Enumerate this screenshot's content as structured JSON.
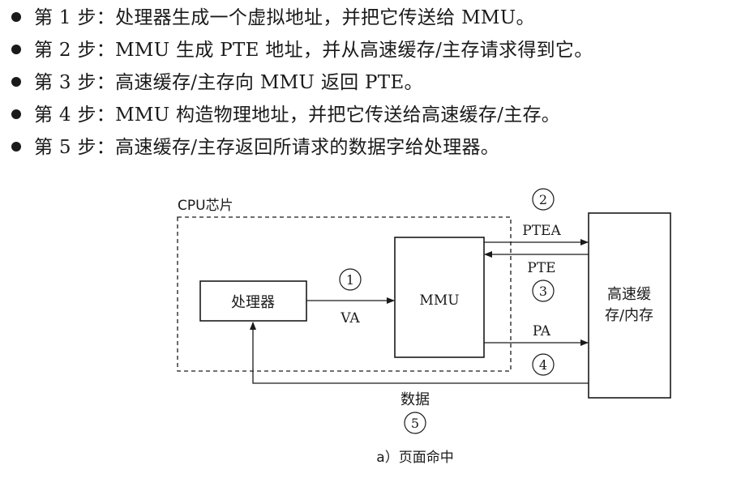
{
  "steps": [
    {
      "label": "第 1 步：",
      "text": "处理器生成一个虚拟地址，并把它传送给 MMU。"
    },
    {
      "label": "第 2 步：",
      "text": "MMU 生成 PTE 地址，并从高速缓存/主存请求得到它。"
    },
    {
      "label": "第 3 步：",
      "text": "高速缓存/主存向 MMU 返回 PTE。"
    },
    {
      "label": "第 4 步：",
      "text": "MMU 构造物理地址，并把它传送给高速缓存/主存。"
    },
    {
      "label": "第 5 步：",
      "text": "高速缓存/主存返回所请求的数据字给处理器。"
    }
  ],
  "diagram": {
    "chip_label": "CPU芯片",
    "processor_label": "处理器",
    "mmu_label": "MMU",
    "cache_label_line1": "高速缓",
    "cache_label_line2": "存/内存",
    "va_label": "VA",
    "ptea_label": "PTEA",
    "pte_label": "PTE",
    "pa_label": "PA",
    "data_label": "数据",
    "step_numbers": [
      "1",
      "2",
      "3",
      "4",
      "5"
    ],
    "caption": "a）页面命中"
  }
}
